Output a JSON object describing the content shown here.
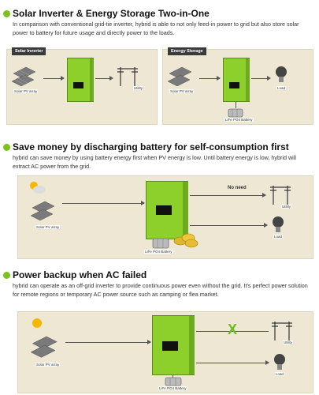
{
  "section1": {
    "title": "Solar Inverter & Energy Storage Two-in-One",
    "desc": "In comparison with conventional grid-tie inverter, hybrid is able to not only feed-in power to grid but also store solar power to battery for future usage and directly power to the loads.",
    "panel_left_tag": "Solar Inverter",
    "panel_right_tag": "Energy Storage",
    "solar_label": "Solar PV array",
    "utility_label": "Utility",
    "battery_label": "LiFe PO4 Battery",
    "load_label": "Load"
  },
  "section2": {
    "title": "Save money by discharging battery for self-consumption first",
    "desc": "hybrid can save money by using battery energy first when PV energy is low. Until battery energy is low, hybrid will extract AC power from the grid.",
    "solar_label": "Solar PV array",
    "no_need": "No need",
    "utility_label": "Utility",
    "load_label": "Load",
    "battery_label": "LiFe PO4 Battery"
  },
  "section3": {
    "title": "Power backup when AC failed",
    "desc": "hybrid can operate as an off-grid inverter to provide continuous power even without the grid. It's perfect power solution for remote regions or temporary AC power source such as camping or flea market.",
    "solar_label": "Solar PV array",
    "x_mark": "X",
    "utility_label": "Utility",
    "load_label": "Load",
    "battery_label": "LiFe PO4 Battery"
  },
  "colors": {
    "accent": "#7cc21e",
    "panel": "#ede7d4",
    "inverter": "#8dcf2b"
  },
  "icons": [
    "solar-panel-icon",
    "inverter-icon",
    "utility-pylon-icon",
    "lightbulb-icon",
    "battery-icon",
    "coins-icon",
    "sun-icon"
  ]
}
